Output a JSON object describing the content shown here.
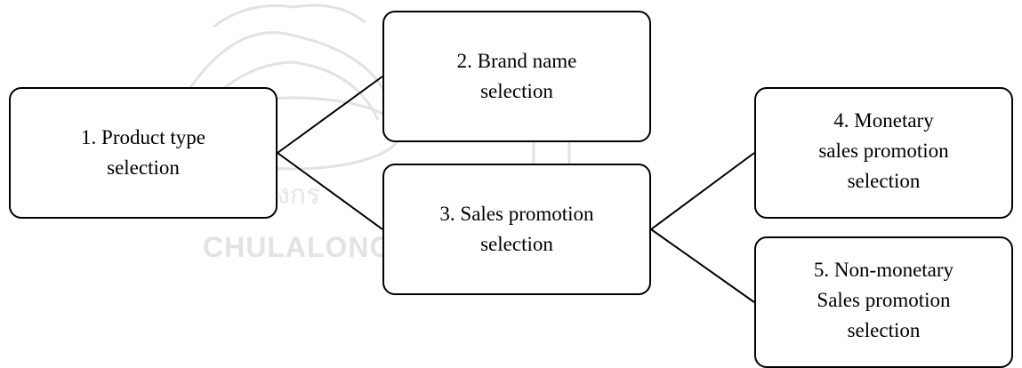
{
  "watermark": {
    "text": "CHULALONG",
    "thai_text": "าลงกร"
  },
  "nodes": {
    "product_type": "1. Product type\nselection",
    "brand_name": "2. Brand name\nselection",
    "sales_promotion": "3. Sales promotion\nselection",
    "monetary": "4. Monetary\nsales promotion\nselection",
    "non_monetary": "5. Non-monetary\nSales promotion\nselection"
  }
}
